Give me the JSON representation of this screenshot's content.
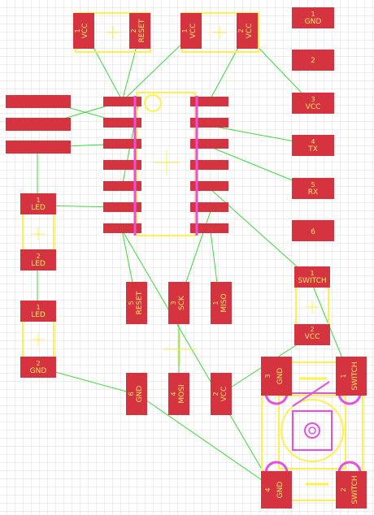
{
  "colors": {
    "background": "#ffffff",
    "grid": "#dcdcdc",
    "pad": "#d4333f",
    "silk": "#fff04a",
    "ratsnest": "#3cd93c",
    "magenta": "#e84fe0",
    "pad_text": "#f4e86a"
  },
  "header_vcc_reset": {
    "pin1_num": "1",
    "pin1_name": "VCC",
    "pin2_num": "2",
    "pin2_name": "RESET"
  },
  "header_vcc_vcc": {
    "pin1_num": "1",
    "pin1_name": "VCC",
    "pin2_num": "2",
    "pin2_name": "VCC"
  },
  "serial_header": {
    "pins": [
      {
        "num": "1",
        "name": "GND"
      },
      {
        "num": "2",
        "name": ""
      },
      {
        "num": "3",
        "name": "VCC"
      },
      {
        "num": "4",
        "name": "TX"
      },
      {
        "num": "5",
        "name": "RX"
      },
      {
        "num": "6",
        "name": ""
      }
    ]
  },
  "led_a": {
    "pin1_num": "1",
    "pin1_name": "LED",
    "pin2_num": "2",
    "pin2_name": "LED"
  },
  "led_b": {
    "pin1_num": "1",
    "pin1_name": "LED",
    "pin2_num": "2",
    "pin2_name": "GND"
  },
  "switch_header": {
    "pin1_num": "1",
    "pin1_name": "SWITCH",
    "pin2_num": "2",
    "pin2_name": "VCC"
  },
  "isp_header": {
    "pins": [
      {
        "num": "5",
        "name": "RESET"
      },
      {
        "num": "3",
        "name": "SCK"
      },
      {
        "num": "1",
        "name": "MISO"
      },
      {
        "num": "6",
        "name": "GND"
      },
      {
        "num": "4",
        "name": "MOSI"
      },
      {
        "num": "2",
        "name": "VCC"
      }
    ]
  },
  "tact_switch": {
    "pins": [
      {
        "num": "3",
        "name": "GND"
      },
      {
        "num": "1",
        "name": "SWITCH"
      },
      {
        "num": "4",
        "name": "GND"
      },
      {
        "num": "2",
        "name": "SWITCH"
      }
    ]
  }
}
